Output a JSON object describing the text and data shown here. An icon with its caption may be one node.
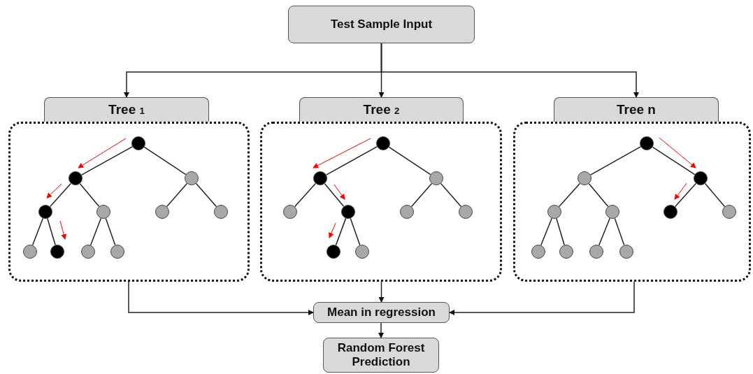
{
  "diagram": {
    "nodes": [
      {
        "text": [
          "Test Sample Input"
        ]
      },
      {
        "text": [
          "Tree $_{1}$"
        ]
      },
      {
        "text": [],
        "shape": "box"
      },
      {
        "text": [],
        "shape": "circle",
        "in": 2
      },
      {
        "text": [],
        "shape": "circle",
        "in": 2
      },
      {
        "text": [],
        "shape": "circle",
        "in": 2
      },
      {
        "text": [],
        "shape": "circle",
        "in": 2
      },
      {
        "text": [],
        "shape": "circle",
        "in": 2
      },
      {
        "text": [],
        "shape": "circle",
        "in": 2
      },
      {
        "text": [],
        "shape": "circle",
        "in": 2
      },
      {
        "text": [],
        "shape": "circle",
        "in": 2
      },
      {
        "text": [],
        "shape": "circle",
        "in": 2
      },
      {
        "text": [],
        "shape": "circle",
        "in": 2
      },
      {
        "text": [],
        "shape": "circle",
        "in": 2
      },
      {
        "text": [
          "Tree $_{2}$"
        ]
      },
      {
        "text": [],
        "shape": "box"
      },
      {
        "text": [],
        "shape": "circle",
        "in": 15
      },
      {
        "text": [],
        "shape": "circle",
        "in": 15
      },
      {
        "text": [],
        "shape": "circle",
        "in": 15
      },
      {
        "text": [],
        "shape": "circle",
        "in": 15
      },
      {
        "text": [],
        "shape": "circle",
        "in": 15
      },
      {
        "text": [],
        "shape": "circle",
        "in": 15
      },
      {
        "text": [],
        "shape": "circle",
        "in": 15
      },
      {
        "text": [],
        "shape": "circle",
        "in": 15
      },
      {
        "text": [],
        "shape": "circle",
        "in": 15
      },
      {
        "text": [
          "Tree n"
        ]
      },
      {
        "text": [],
        "shape": "box"
      },
      {
        "text": [],
        "shape": "circle",
        "in": 26
      },
      {
        "text": [],
        "shape": "circle",
        "in": 26
      },
      {
        "text": [],
        "shape": "circle",
        "in": 26
      },
      {
        "text": [],
        "shape": "circle",
        "in": 26
      },
      {
        "text": [],
        "shape": "circle",
        "in": 26
      },
      {
        "text": [],
        "shape": "circle",
        "in": 26
      },
      {
        "text": [],
        "shape": "circle",
        "in": 26
      },
      {
        "text": [],
        "shape": "circle",
        "in": 26
      },
      {
        "text": [],
        "shape": "circle",
        "in": 26
      },
      {
        "text": [],
        "shape": "circle",
        "in": 26
      },
      {
        "text": [],
        "shape": "circle",
        "in": 26
      },
      {
        "text": [
          "Mean in regression"
        ]
      },
      {
        "text": [
          "Random Forest Prediction"
        ]
      }
    ],
    "edges": [
      {
        "from": 0,
        "to": 1,
        "arrow": "to"
      },
      {
        "from": 0,
        "to": 14,
        "arrow": "to"
      },
      {
        "from": 0,
        "to": 25,
        "arrow": "to"
      },
      {
        "from": 3,
        "to": 4,
        "arrow": "none"
      },
      {
        "from": 3,
        "to": 5,
        "arrow": "none"
      },
      {
        "from": 4,
        "to": 6,
        "arrow": "none"
      },
      {
        "from": 4,
        "to": 7,
        "arrow": "none"
      },
      {
        "from": 5,
        "to": 8,
        "arrow": "none"
      },
      {
        "from": 5,
        "to": 9,
        "arrow": "none"
      },
      {
        "from": 6,
        "to": 10,
        "arrow": "none"
      },
      {
        "from": 6,
        "to": 11,
        "arrow": "none"
      },
      {
        "from": 7,
        "to": 12,
        "arrow": "none"
      },
      {
        "from": 7,
        "to": 13,
        "arrow": "none"
      },
      {
        "from": 16,
        "to": 17,
        "arrow": "none"
      },
      {
        "from": 16,
        "to": 18,
        "arrow": "none"
      },
      {
        "from": 17,
        "to": 19,
        "arrow": "none"
      },
      {
        "from": 17,
        "to": 20,
        "arrow": "none"
      },
      {
        "from": 18,
        "to": 21,
        "arrow": "none"
      },
      {
        "from": 18,
        "to": 22,
        "arrow": "none"
      },
      {
        "from": 20,
        "to": 23,
        "arrow": "none"
      },
      {
        "from": 20,
        "to": 24,
        "arrow": "none"
      },
      {
        "from": 27,
        "to": 28,
        "arrow": "none"
      },
      {
        "from": 27,
        "to": 29,
        "arrow": "none"
      },
      {
        "from": 28,
        "to": 30,
        "arrow": "none"
      },
      {
        "from": 28,
        "to": 31,
        "arrow": "none"
      },
      {
        "from": 29,
        "to": 32,
        "arrow": "none"
      },
      {
        "from": 29,
        "to": 33,
        "arrow": "none"
      },
      {
        "from": 30,
        "to": 34,
        "arrow": "none"
      },
      {
        "from": 30,
        "to": 35,
        "arrow": "none"
      },
      {
        "from": 31,
        "to": 36,
        "arrow": "none"
      },
      {
        "from": 31,
        "to": 37,
        "arrow": "none"
      },
      {
        "from": 2,
        "to": 38,
        "arrow": "to"
      },
      {
        "from": 15,
        "to": 38,
        "arrow": "to"
      },
      {
        "from": 26,
        "to": 38,
        "arrow": "to"
      },
      {
        "from": 38,
        "to": 39,
        "arrow": "to"
      }
    ]
  }
}
